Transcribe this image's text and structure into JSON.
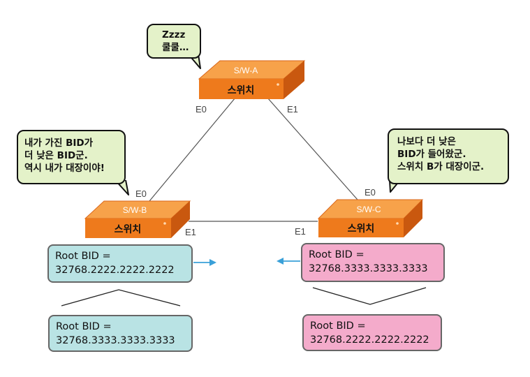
{
  "switches": {
    "a": {
      "top_label": "S/W-A",
      "front_label": "스위치"
    },
    "b": {
      "top_label": "S/W-B",
      "front_label": "스위치"
    },
    "c": {
      "top_label": "S/W-C",
      "front_label": "스위치"
    }
  },
  "ports": {
    "a_left": "E0",
    "a_right": "E1",
    "b_top": "E0",
    "b_right": "E1",
    "c_top": "E0",
    "c_left": "E1"
  },
  "bubbles": {
    "a": {
      "lines": [
        "Zzzz",
        "쿨쿨…"
      ]
    },
    "b": {
      "lines": [
        "내가 가진 BID가",
        "더 낮은 BID군.",
        "역시 내가 대장이야!"
      ]
    },
    "c": {
      "lines": [
        "나보다 더 낮은",
        "BID가 들어왔군.",
        "스위치 B가 대장이군."
      ]
    }
  },
  "bid_boxes": {
    "b_before": {
      "label": "Root BID =",
      "value": "32768.2222.2222.2222"
    },
    "b_after": {
      "label": "Root BID =",
      "value": "32768.3333.3333.3333"
    },
    "c_before": {
      "label": "Root BID =",
      "value": "32768.3333.3333.3333"
    },
    "c_after": {
      "label": "Root BID =",
      "value": "32768.2222.2222.2222"
    }
  },
  "colors": {
    "switch_front": "#ee7a1c",
    "switch_top": "#f7a24a",
    "bubble_fill": "#e4f2c9",
    "bid_box_b": "#b9e3e4",
    "bid_box_c": "#f4abcb",
    "arrow": "#3aa0d8"
  }
}
